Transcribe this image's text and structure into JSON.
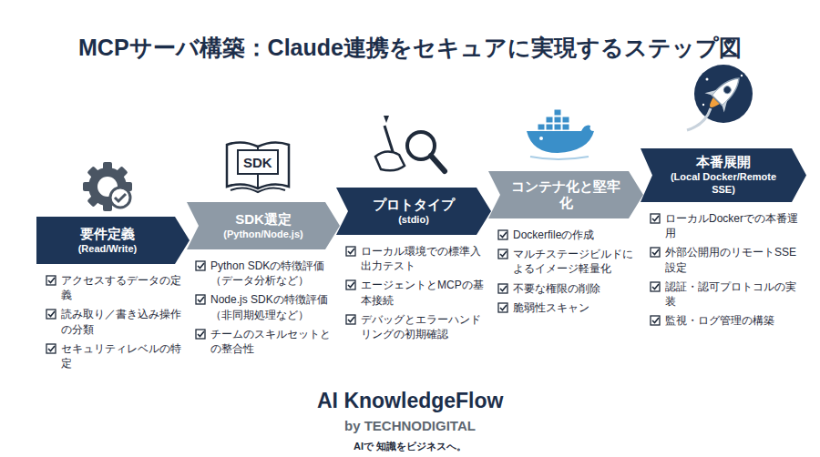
{
  "diagram": {
    "title": "MCPサーバ構築：Claude連携をセキュアに実現するステップ図",
    "nodes": [
      {
        "text": [
          "要件定義",
          "(Read/Write)"
        ]
      },
      {
        "text": [
          "SDK選定",
          "(Python/Node.js)"
        ]
      },
      {
        "text": [
          "プロトタイプ",
          "(stdio)"
        ]
      },
      {
        "text": [
          "コンテナ化と堅牢化"
        ]
      },
      {
        "text": [
          "本番展開",
          "(Local Docker/Remote SSE)"
        ]
      }
    ],
    "labels": [
      "SDK",
      "アクセスするデータの定義",
      "読み取り／書き込み操作の分類",
      "セキュリティレベルの特定",
      "Python SDKの特徴評価（データ分析など）",
      "Node.js SDKの特徴評価（非同期処理など）",
      "チームのスキルセットとの整合性",
      "ローカル環境での標準入出力テスト",
      "エージェントとMCPの基本接続",
      "デバッグとエラーハンドリングの初期確認",
      "Dockerfileの作成",
      "マルチステージビルドによるイメージ軽量化",
      "不要な権限の削除",
      "脆弱性スキャン",
      "ローカルDockerでの本番運用",
      "外部公開用のリモートSSE設定",
      "認証・認可プロトコルの実装",
      "監視・ログ管理の構築",
      "AI KnowledgeFlow",
      "by TECHNODIGITAL",
      "AIで 知識をビジネスへ。"
    ]
  }
}
